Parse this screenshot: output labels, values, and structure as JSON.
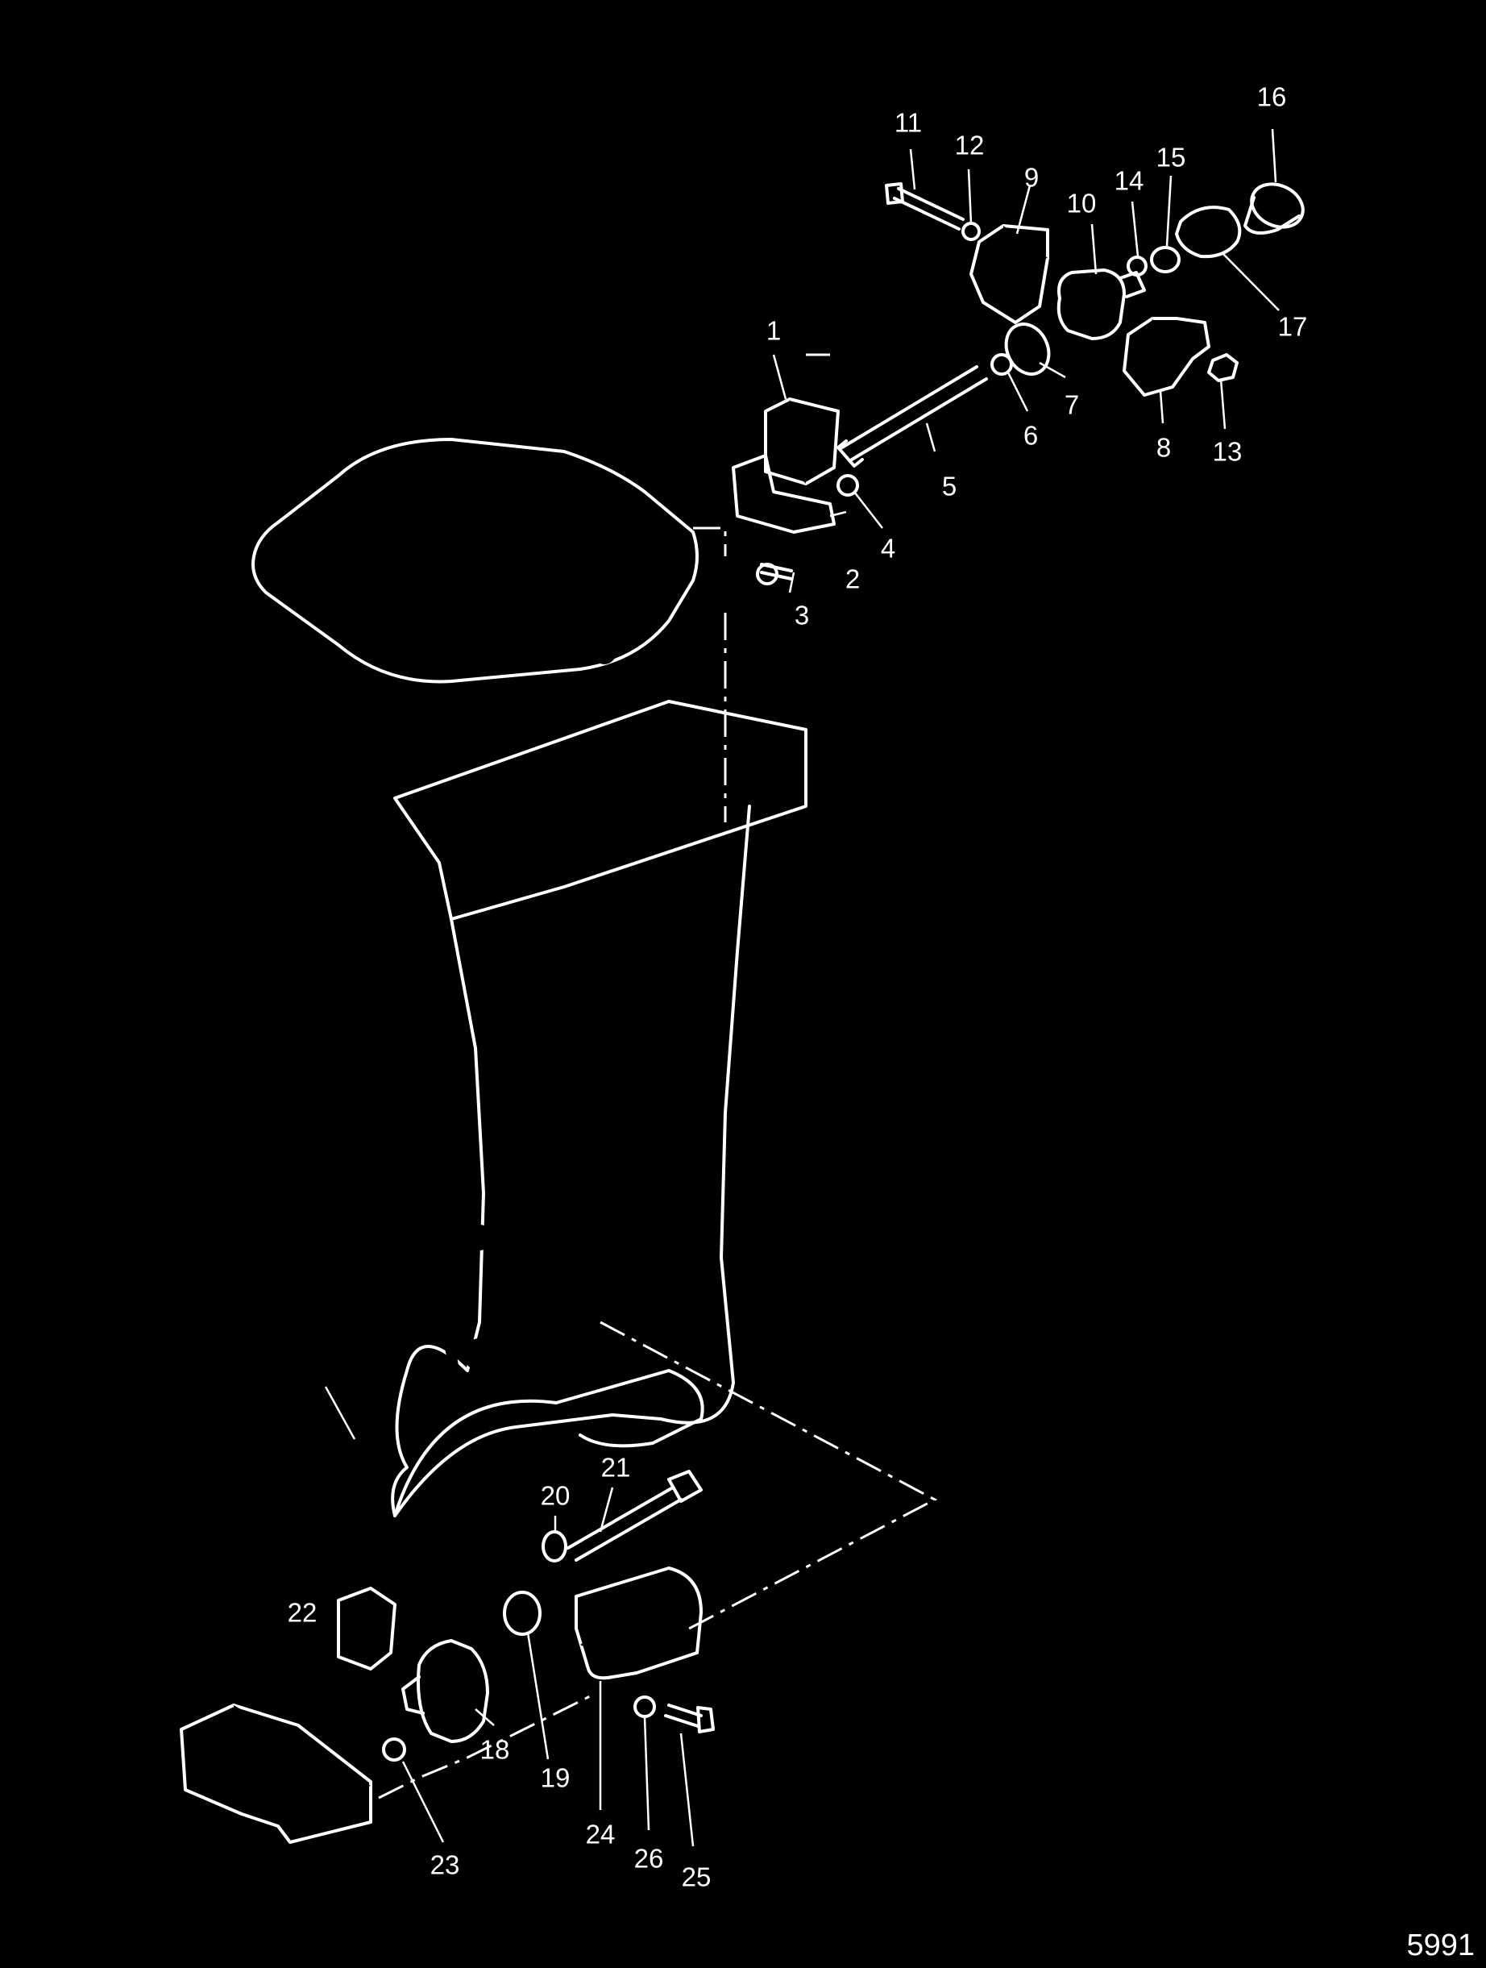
{
  "figure": {
    "number": "5991",
    "background": "#000000",
    "line_color": "#ffffff"
  },
  "callouts": {
    "c1": "1",
    "c2": "2",
    "c3": "3",
    "c4": "4",
    "c5": "5",
    "c6": "6",
    "c7": "7",
    "c8": "8",
    "c9": "9",
    "c10": "10",
    "c11": "11",
    "c12": "12",
    "c13": "13",
    "c14": "14",
    "c15": "15",
    "c16": "16",
    "c17": "17",
    "c18": "18",
    "c19": "19",
    "c20": "20",
    "c21": "21",
    "c22": "22",
    "c23": "23",
    "c24": "24",
    "c25": "25",
    "c26": "26"
  }
}
